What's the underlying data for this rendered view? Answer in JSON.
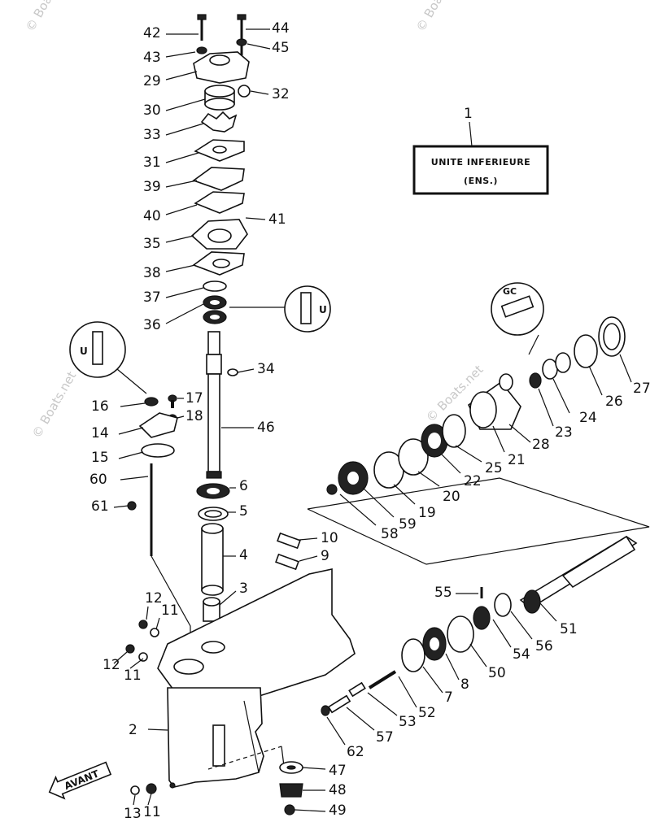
{
  "title_box": {
    "line1": "UNITE INFERIEURE",
    "line2": "(ENS.)",
    "ref": "1"
  },
  "front_arrow": "AVANT",
  "watermarks": [
    "© Boats.net",
    "© Boats.net",
    "© Boats.net",
    "© Boats.net"
  ],
  "callouts": [
    "2",
    "3",
    "4",
    "5",
    "6",
    "7",
    "8",
    "9",
    "10",
    "11",
    "11",
    "11",
    "11",
    "12",
    "12",
    "13",
    "14",
    "15",
    "16",
    "17",
    "18",
    "19",
    "20",
    "21",
    "22",
    "23",
    "24",
    "25",
    "26",
    "27",
    "28",
    "29",
    "30",
    "31",
    "32",
    "33",
    "34",
    "35",
    "36",
    "37",
    "38",
    "39",
    "40",
    "41",
    "42",
    "43",
    "44",
    "45",
    "46",
    "47",
    "48",
    "49",
    "50",
    "51",
    "52",
    "53",
    "54",
    "55",
    "56",
    "57",
    "58",
    "59",
    "60",
    "61",
    "62"
  ],
  "detail_callouts": [
    "GC"
  ]
}
